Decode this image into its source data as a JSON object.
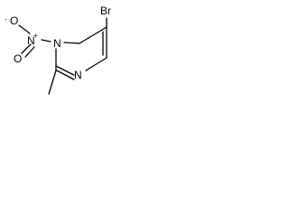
{
  "molecule": {
    "atoms": {
      "bromine": "Br",
      "nitro_nitrogen": "N",
      "nitro_oxygen_charged": "O",
      "nitro_oxygen_double": "O",
      "ring_n1": "N",
      "ring_n3": "N"
    },
    "charges": {
      "nitro_nitrogen": "+",
      "nitro_oxygen_charged": "-"
    }
  }
}
